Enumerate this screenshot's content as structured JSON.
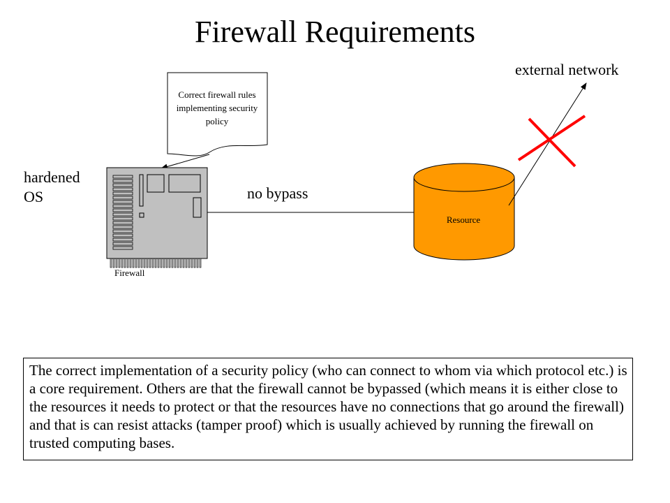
{
  "title": "Firewall Requirements",
  "labels": {
    "external_network": "external network",
    "hardened_os": "hardened OS",
    "no_bypass": "no bypass",
    "firewall": "Firewall",
    "resource": "Resource",
    "callout": "Correct firewall rules implementing security policy"
  },
  "description": "The correct implementation of a security policy (who can connect to whom via which protocol etc.) is a core requirement. Others are that the firewall cannot be bypassed (which means it is either close to the resources it needs to protect or that the resources have no connections that go around the firewall) and that is can resist attacks (tamper proof) which is usually achieved by running the firewall on trusted computing bases.",
  "colors": {
    "resource_fill": "#ff9900",
    "firewall_fill": "#c0c0c0",
    "cross": "#ff0000"
  },
  "icons": {
    "firewall": "circuit-board-icon",
    "resource": "database-cylinder-icon",
    "block": "red-x-icon"
  }
}
